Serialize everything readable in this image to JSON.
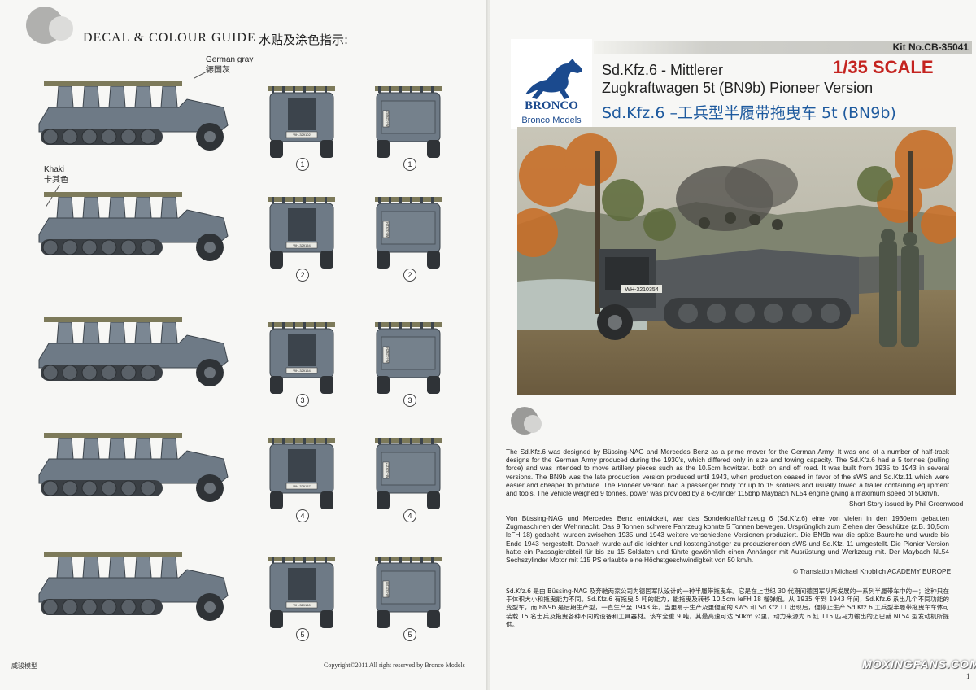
{
  "left_page": {
    "title": "DECAL & COLOUR GUIDE",
    "title_cn": "水贴及涂色指示:",
    "notes": [
      {
        "en": "German gray",
        "cn": "德国灰"
      },
      {
        "en": "Khaki",
        "cn": "卡其色"
      }
    ],
    "variants": [
      {
        "number": "1",
        "front_plate": "WH-329102",
        "rear_plate": "WH-329102"
      },
      {
        "number": "2",
        "front_plate": "WH-329154",
        "rear_plate": "WH-329154"
      },
      {
        "number": "3",
        "front_plate": "WH-329154",
        "rear_plate": "WH-329154"
      },
      {
        "number": "4",
        "front_plate": "WH-329157",
        "rear_plate": "WH-329157"
      },
      {
        "number": "5",
        "front_plate": "WH-329160",
        "rear_plate": "WH-329160"
      }
    ],
    "footer_left": "威骏模型",
    "footer_center": "Copyright©2011  All right reserved by Bronco Models"
  },
  "right_page": {
    "logo": {
      "brand": "BRONCO",
      "subtitle": "Bronco Models"
    },
    "kit_no": "Kit No.CB-35041",
    "title_line1": "Sd.Kfz.6 - Mittlerer",
    "title_line2": "Zugkraftwagen 5t (BN9b) Pioneer Version",
    "title_cn": "Sd.Kfz.6 –工兵型半履带拖曳车 5t (BN9b)",
    "scale": "1/35 SCALE",
    "painting_plate": "WH-3210354",
    "text_en": "The Sd.Kfz.6  was designed by Büssing-NAG and Mercedes Benz as a prime mover for the German Army. It was one of a number of half-track designs for the German Army produced during the 1930's, which differed only in size and towing capacity. The Sd.Kfz.6 had a 5 tonnes (pulling force) and was intended to move artillery pieces such as the 10.5cm howitzer. both on and off road. It was built from 1935 to 1943 in several versions. The BN9b was the late production version produced until 1943, when production ceased in favor of the sWS and Sd.Kfz.11 which were easier and cheaper to produce. The Pioneer version had a passenger body for up to 15 soldiers and usually towed a trailer containing equipment and tools. The vehicle weighed 9 tonnes, power was provided by a 6-cylinder 115bhp Maybach NL54 engine giving a maximum speed of 50km/h.",
    "credit_en": "Short Story issued by Phil Greenwood",
    "text_de": "Von Büssing-NAG und Mercedes Benz entwickelt, war das Sonderkraftfahrzeug 6 (Sd.Kfz.6) eine von vielen in den 1930ern gebauten Zugmaschinen der Wehrmacht. Das 9 Tonnen schwere Fahrzeug konnte 5 Tonnen bewegen. Ursprünglich zum Ziehen der Geschütze (z.B. 10,5cm leFH 18) gedacht, wurden zwischen 1935 und 1943 weitere verschiedene Versionen produziert. Die BN9b war die späte Baureihe und wurde bis Ende 1943 hergestellt. Danach wurde auf die leichter und kostengünstiger zu produzierenden sWS und Sd.Kfz. 11 umgestellt. Die Pionier Version hatte ein Passagierabteil für bis zu 15 Soldaten und führte gewöhnlich einen Anhänger mit Ausrüstung und Werkzeug mit. Der Maybach NL54 Sechszylinder Motor mit 115 PS erlaubte eine Höchstgeschwindigkeit von 50 km/h.",
    "credit_de": "© Translation Michael Knoblich ACADEMY EUROPE",
    "text_cn": "Sd.Kfz.6 是由 Büssing-NAG 及奔驰两家公司为德国军队设计的一种半履带拖曳车。它是在上世纪 30 代期间德国军队所发展的一系列半履带车中的一；这种只在于体积大小和拖曳能力不同。Sd.Kfz.6 有拖曳 5 吨的能力，能拖曳及转移 10.5cm leFH 18 榴弹炮。从 1935 年到 1943 年间，Sd.Kfz.6 系出几个不同功能的变型车，而 BN9b 是后期生产型，一直生产至 1943 年。当更易于生产及更便宜的 sWS 和 Sd.Kfz.11 出现后，便停止生产 Sd.Kfz.6 工兵型半履带拖曳车车体可装载 15 名士兵及拖曳各种不同的设备和工具器材。该车全重 9 吨，其最高速可达 50km 公里，动力来源为 6 缸 115 匹马力输出的迈巴赫 NL54 型发动机所提供。",
    "page_num": "1",
    "watermark": "MOXINGFANS.COM"
  }
}
